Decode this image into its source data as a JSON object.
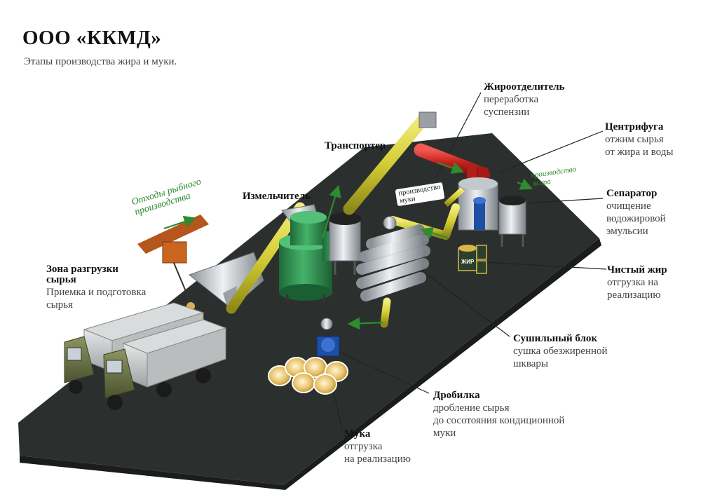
{
  "header": {
    "title": "ООО «ККМД»",
    "subtitle": "Этапы производства жира и муки."
  },
  "stages": {
    "unloading": {
      "title": "Зона разгрузки сырья",
      "title_l1": "Зона разгрузки",
      "title_l2": "сырья",
      "desc_l1": "Приемка и подготовка",
      "desc_l2": "сырья"
    },
    "grinder": {
      "title": "Измельчитель"
    },
    "conveyor": {
      "title": "Транспортер"
    },
    "fat_separator": {
      "title": "Жироотделитель",
      "desc_l1": "переработка",
      "desc_l2": "суспензии"
    },
    "centrifuge": {
      "title": "Центрифуга",
      "desc_l1": "отжим сырья",
      "desc_l2": "от жира и воды"
    },
    "separator": {
      "title": "Сепаратор",
      "desc_l1": "очищение",
      "desc_l2": "водожировой",
      "desc_l3": "эмульсии"
    },
    "pure_fat": {
      "title": "Чистый жир",
      "desc_l1": "отгрузка на",
      "desc_l2": "реализацию"
    },
    "drying": {
      "title": "Сушильный блок",
      "desc_l1": "сушка обезжиренной",
      "desc_l2": "шквары"
    },
    "crusher": {
      "title": "Дробилка",
      "desc_l1": "дробление сырья",
      "desc_l2": "до сосотояния кондиционной",
      "desc_l3": "муки"
    },
    "flour": {
      "title": "Мука",
      "desc_l1": "отгрузка",
      "desc_l2": "на реализацию"
    }
  },
  "flows": {
    "fish_waste_l1": "Отходы рыбного",
    "fish_waste_l2": "производства",
    "flour_prod_l1": "производство",
    "flour_prod_l2": "муки",
    "fat_prod_l1": "производство",
    "fat_prod_l2": "жира"
  },
  "drum_label": "ЖИР",
  "colors": {
    "floor": "#2b302e",
    "auger": "#d4cc35",
    "red_pipe": "#c8231e",
    "green_tank": "#2e8f4e",
    "flow_arrow": "#2e8b2e"
  }
}
